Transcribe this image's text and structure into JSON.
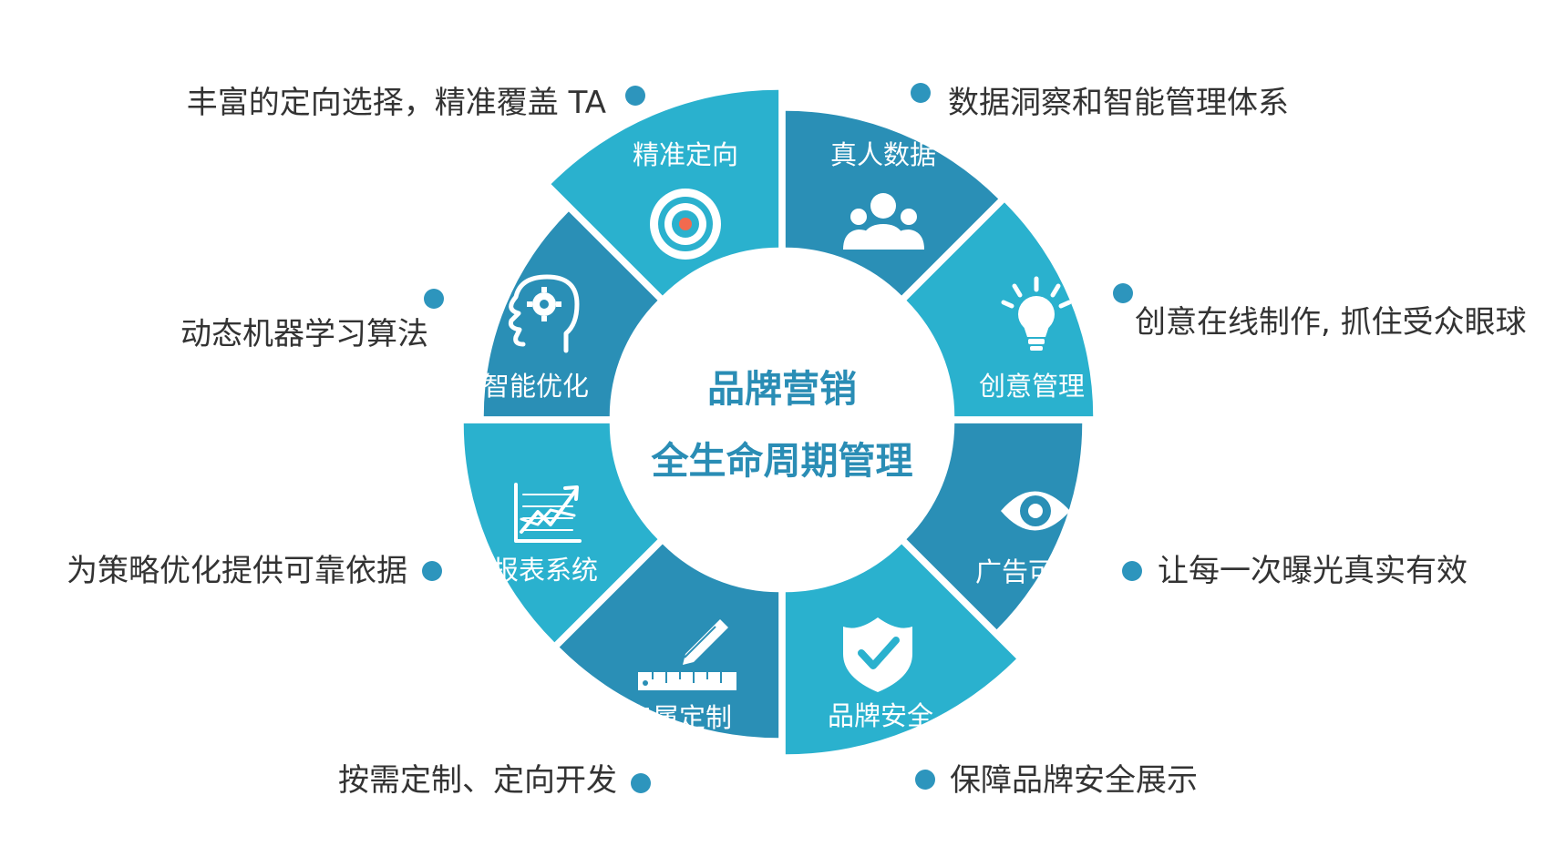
{
  "colors": {
    "light": "#2ab1ce",
    "dark": "#2a8fb6",
    "center_text": "#2a8db5",
    "dot": "#2d95bd",
    "target_center": "#f26a4f"
  },
  "center": {
    "line1": "品牌营销",
    "line2": "全生命周期管理"
  },
  "segments": [
    {
      "label": "精准定向",
      "icon": "target-icon",
      "shade": "light",
      "description": "丰富的定向选择，精准覆盖 TA"
    },
    {
      "label": "真人数据",
      "icon": "people-group-icon",
      "shade": "dark",
      "description": "数据洞察和智能管理体系"
    },
    {
      "label": "创意管理",
      "icon": "lightbulb-icon",
      "shade": "light",
      "description": "创意在线制作, 抓住受众眼球"
    },
    {
      "label": "广告可见",
      "icon": "eye-icon",
      "shade": "dark",
      "description": "让每一次曝光真实有效"
    },
    {
      "label": "品牌安全",
      "icon": "shield-check-icon",
      "shade": "light",
      "description": "保障品牌安全展示"
    },
    {
      "label": "专属定制",
      "icon": "pencil-ruler-icon",
      "shade": "dark",
      "description": "按需定制、定向开发"
    },
    {
      "label": "报表系统",
      "icon": "chart-report-icon",
      "shade": "light",
      "description": "为策略优化提供可靠依据"
    },
    {
      "label": "智能优化",
      "icon": "brain-gear-icon",
      "shade": "dark",
      "description": "动态机器学习算法"
    }
  ]
}
